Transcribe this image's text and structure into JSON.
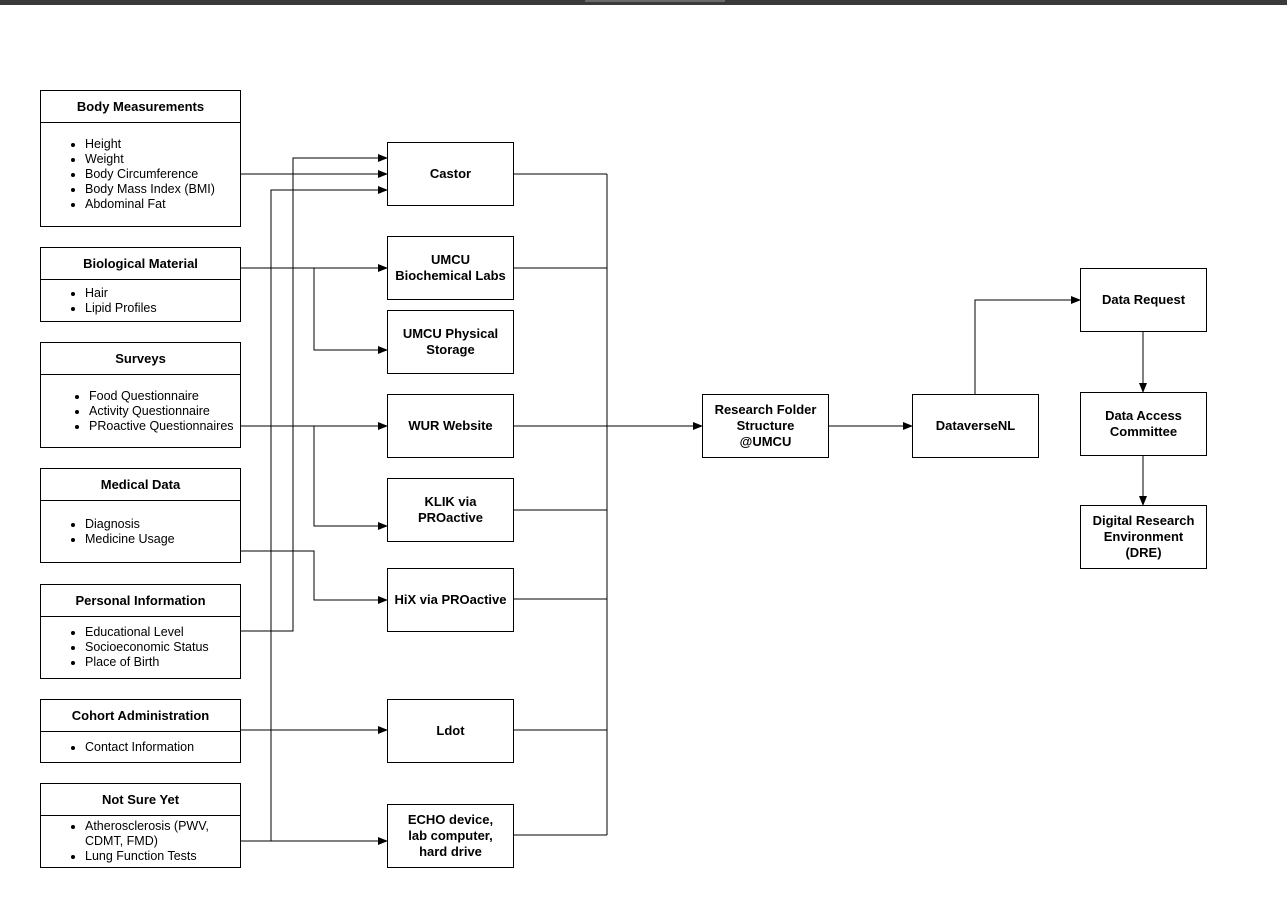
{
  "sources": [
    {
      "title": "Body Measurements",
      "items": [
        "Height",
        "Weight",
        "Body Circumference",
        "Body Mass Index (BMI)",
        "Abdominal Fat"
      ]
    },
    {
      "title": "Biological Material",
      "items": [
        "Hair",
        "Lipid Profiles"
      ]
    },
    {
      "title": "Surveys",
      "items": [
        "Food Questionnaire",
        "Activity Questionnaire",
        "PRoactive Questionnaires"
      ]
    },
    {
      "title": "Medical Data",
      "items": [
        "Diagnosis",
        "Medicine Usage"
      ]
    },
    {
      "title": "Personal Information",
      "items": [
        "Educational Level",
        "Socioeconomic Status",
        "Place of Birth"
      ]
    },
    {
      "title": "Cohort Administration",
      "items": [
        "Contact Information"
      ]
    },
    {
      "title": "Not Sure Yet",
      "items": [
        "Atherosclerosis (PWV, CDMT, FMD)",
        "Lung Function Tests"
      ]
    }
  ],
  "systems": [
    "Castor",
    "UMCU Biochemical Labs",
    "UMCU Physical Storage",
    "WUR Website",
    "KLIK via PROactive",
    "HiX via PROactive",
    "Ldot",
    "ECHO device, lab computer, hard drive"
  ],
  "research_folder": "Research Folder Structure @UMCU",
  "dataverse": "DataverseNL",
  "data_request": "Data Request",
  "data_access_committee": "Data Access Committee",
  "dre": "Digital Research Environment (DRE)"
}
